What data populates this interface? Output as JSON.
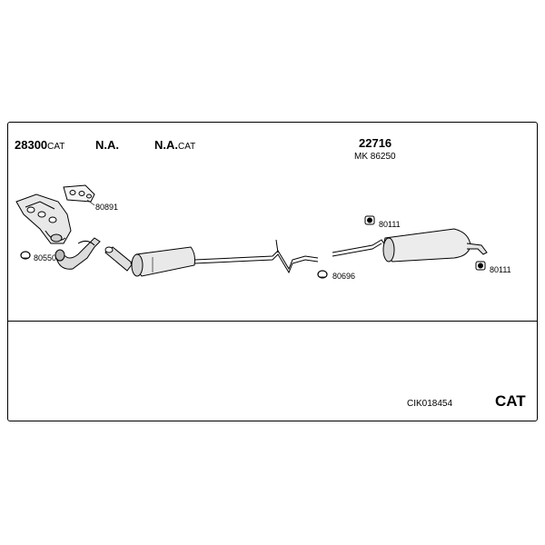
{
  "header": {
    "item1": {
      "number": "28300",
      "suffix": "CAT"
    },
    "item2": {
      "text": "N.A."
    },
    "item3": {
      "text": "N.A.",
      "suffix": "CAT"
    },
    "item4": {
      "number": "22716"
    },
    "item5": {
      "text": "MK 86250"
    }
  },
  "callouts": {
    "gasket": "80891",
    "clamp_left": "80550",
    "clamp_mid": "80696",
    "hanger_top": "80111",
    "hanger_right": "80111"
  },
  "footer": {
    "code": "CIK018454",
    "type": "CAT"
  }
}
